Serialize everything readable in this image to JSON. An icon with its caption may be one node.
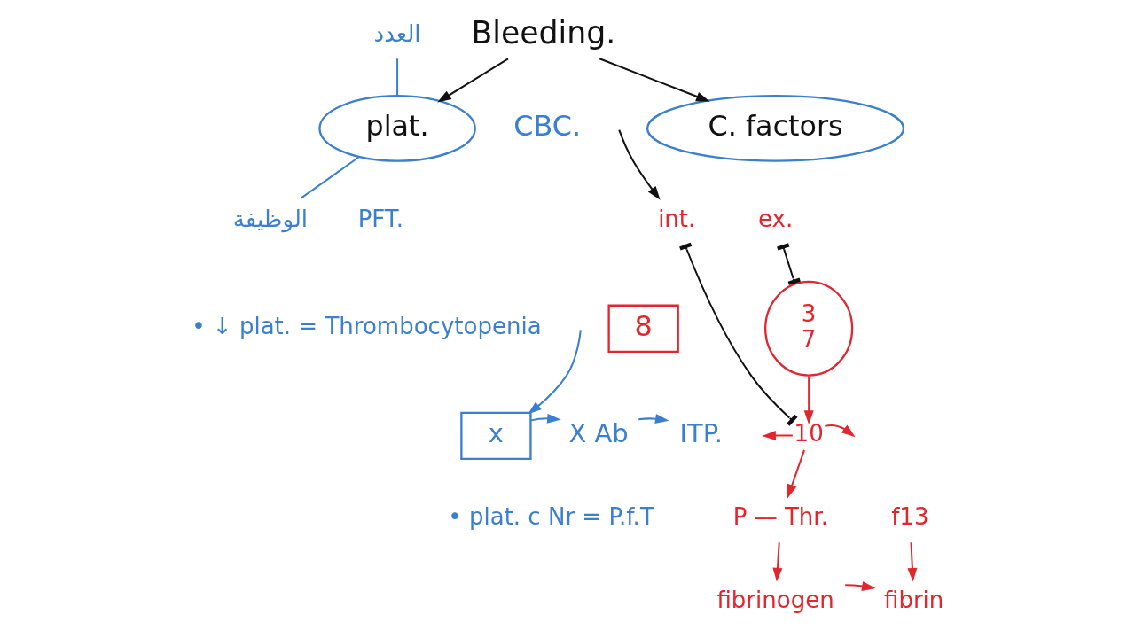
{
  "diagram": {
    "nodes": [
      {
        "text": [
          "Bleeding."
        ]
      },
      {
        "text": [
          "plat."
        ],
        "beside": [
          "CBC."
        ]
      },
      {
        "text": [
          "العدد"
        ]
      },
      {
        "text": [
          "الوظيفة"
        ],
        "beside": [
          "PFT."
        ]
      },
      {
        "text": [
          "x"
        ]
      },
      {
        "text": [
          "X Ab"
        ]
      },
      {
        "text": [
          "ITP."
        ]
      },
      {
        "text": [
          "C. factors"
        ]
      },
      {
        "text": [
          "int."
        ]
      },
      {
        "text": [
          "ex."
        ]
      },
      {
        "text": [
          "8"
        ]
      },
      {
        "text": [
          "3",
          "7"
        ]
      },
      {
        "text": [
          "10"
        ]
      },
      {
        "text": [
          "P — Thr."
        ]
      },
      {
        "text": [
          "f13"
        ]
      },
      {
        "text": [
          "fibrinogen"
        ]
      },
      {
        "text": [
          "fibrin"
        ]
      }
    ],
    "edges": [
      {
        "from": 0,
        "to": 1,
        "arrow": "to",
        "color": "#111111"
      },
      {
        "from": 0,
        "to": 7,
        "arrow": "to",
        "color": "#111111"
      },
      {
        "from": 1,
        "to": 2,
        "arrow": "none",
        "color": "#3a7fd0"
      },
      {
        "from": 1,
        "to": 3,
        "arrow": "none",
        "color": "#3a7fd0"
      },
      {
        "from": null,
        "to": 8,
        "arrow": "to",
        "color": "#111111"
      },
      {
        "from": null,
        "to": 4,
        "arrow": "to",
        "color": "#3a7fd0"
      },
      {
        "from": 4,
        "to": 5,
        "arrow": "to",
        "color": "#3a7fd0"
      },
      {
        "from": 5,
        "to": 6,
        "arrow": "to",
        "color": "#3a7fd0"
      },
      {
        "from": 8,
        "to": 12,
        "arrow": "other",
        "color": "#111111"
      },
      {
        "from": 9,
        "to": 11,
        "arrow": "other",
        "color": "#111111"
      },
      {
        "from": 11,
        "to": 12,
        "arrow": "to",
        "color": "#e3262d"
      },
      {
        "from": 12,
        "to": null,
        "arrow": "to",
        "color": "#e3262d"
      },
      {
        "from": 12,
        "to": null,
        "arrow": "to",
        "color": "#e3262d"
      },
      {
        "from": 12,
        "to": 13,
        "arrow": "to",
        "color": "#e3262d"
      },
      {
        "from": 13,
        "to": 15,
        "arrow": "to",
        "color": "#e3262d"
      },
      {
        "from": 15,
        "to": 16,
        "arrow": "to",
        "color": "#e3262d"
      },
      {
        "from": 14,
        "to": 16,
        "arrow": "to",
        "color": "#e3262d"
      }
    ],
    "labels": [
      "• ↓ plat. = Thrombocytopenia",
      "• plat. c Nr = P.f.T"
    ]
  }
}
